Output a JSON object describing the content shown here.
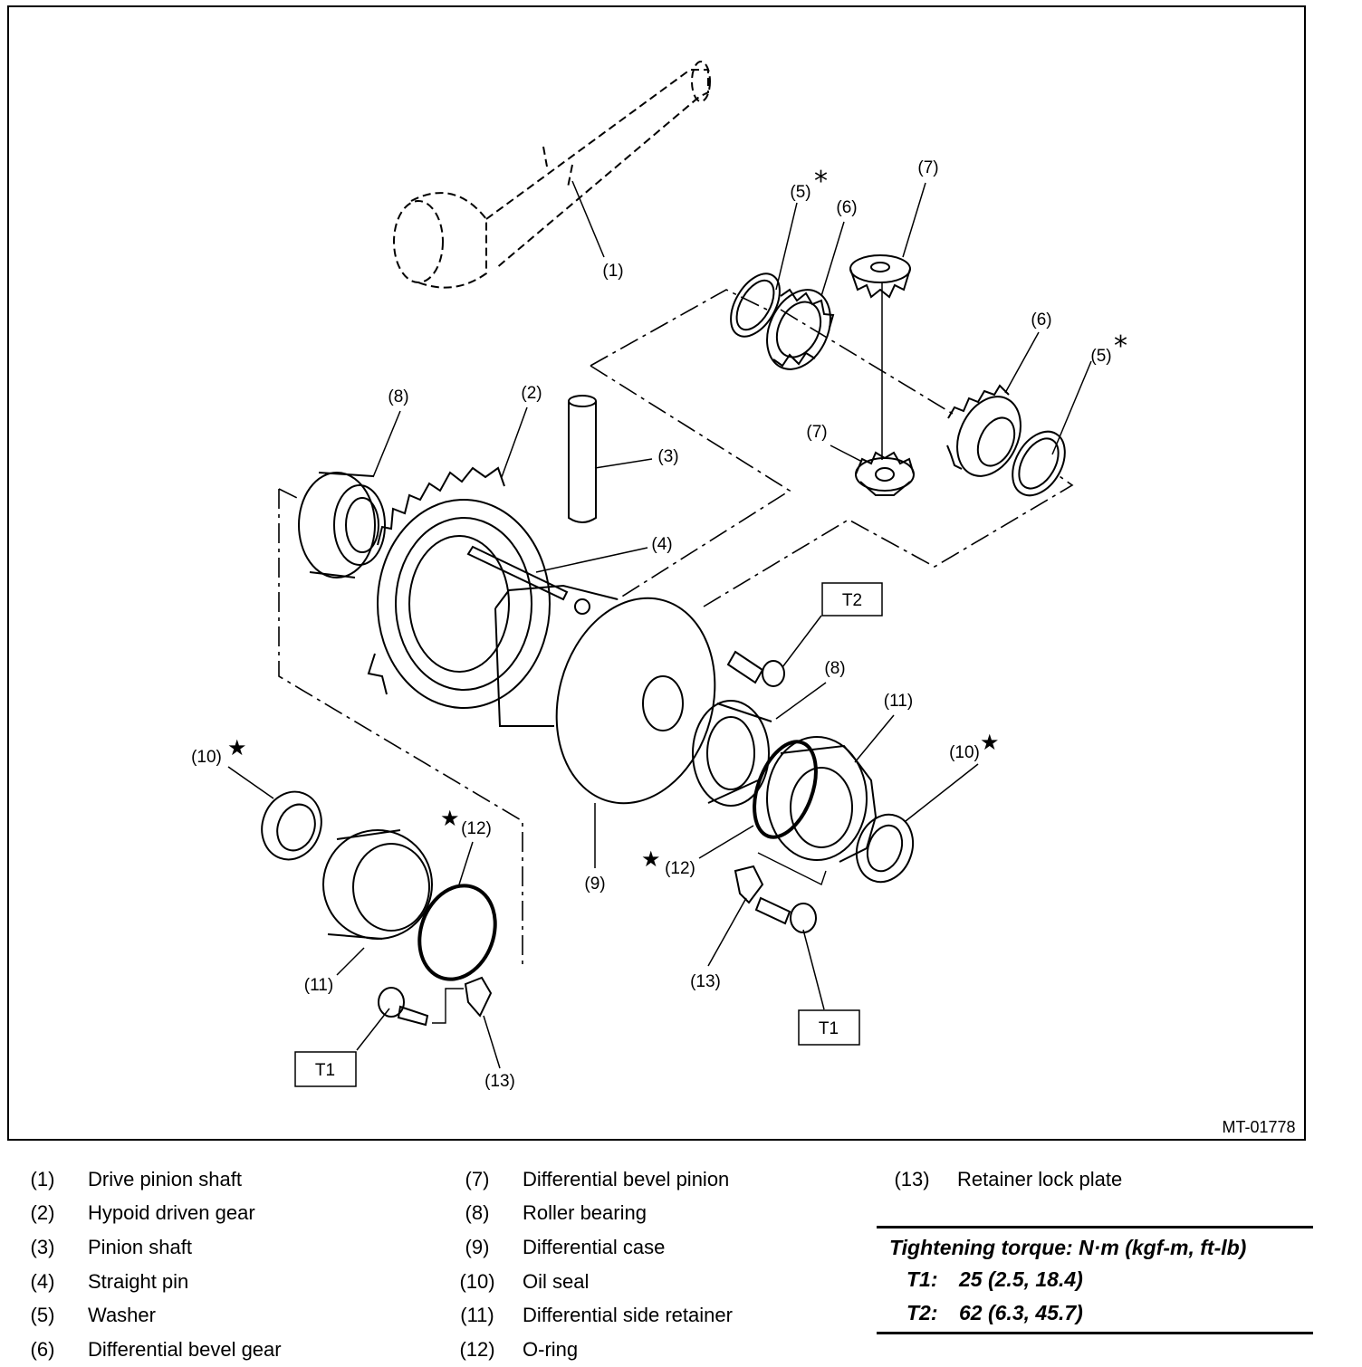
{
  "figure": {
    "code": "MT-01778",
    "callouts": {
      "c1": "(1)",
      "c2": "(2)",
      "c3": "(3)",
      "c4": "(4)",
      "c5a": "(5)",
      "c5b": "(5)",
      "c6a": "(6)",
      "c6b": "(6)",
      "c7a": "(7)",
      "c7b": "(7)",
      "c8a": "(8)",
      "c8b": "(8)",
      "c9": "(9)",
      "c10a": "(10)",
      "c10b": "(10)",
      "c11a": "(11)",
      "c11b": "(11)",
      "c12a": "(12)",
      "c12b": "(12)",
      "c13a": "(13)",
      "c13b": "(13)"
    },
    "torque_boxes": {
      "t2": "T2",
      "t1a": "T1",
      "t1b": "T1"
    },
    "marks": {
      "asterisk": "*",
      "star": "★"
    }
  },
  "legend": {
    "col1": [
      {
        "num": "(1)",
        "text": "Drive pinion shaft"
      },
      {
        "num": "(2)",
        "text": "Hypoid driven gear"
      },
      {
        "num": "(3)",
        "text": "Pinion shaft"
      },
      {
        "num": "(4)",
        "text": "Straight pin"
      },
      {
        "num": "(5)",
        "text": "Washer"
      },
      {
        "num": "(6)",
        "text": "Differential bevel gear"
      }
    ],
    "col2": [
      {
        "num": "(7)",
        "text": "Differential bevel pinion"
      },
      {
        "num": "(8)",
        "text": "Roller bearing"
      },
      {
        "num": "(9)",
        "text": "Differential case"
      },
      {
        "num": "(10)",
        "text": "Oil seal"
      },
      {
        "num": "(11)",
        "text": "Differential side retainer"
      },
      {
        "num": "(12)",
        "text": "O-ring"
      }
    ],
    "col3": [
      {
        "num": "(13)",
        "text": "Retainer lock plate"
      }
    ]
  },
  "torque": {
    "title": "Tightening torque: N·m (kgf-m, ft-lb)",
    "rows": [
      {
        "key": "T1:",
        "value": "25 (2.5, 18.4)"
      },
      {
        "key": "T2:",
        "value": "62 (6.3, 45.7)"
      }
    ]
  }
}
